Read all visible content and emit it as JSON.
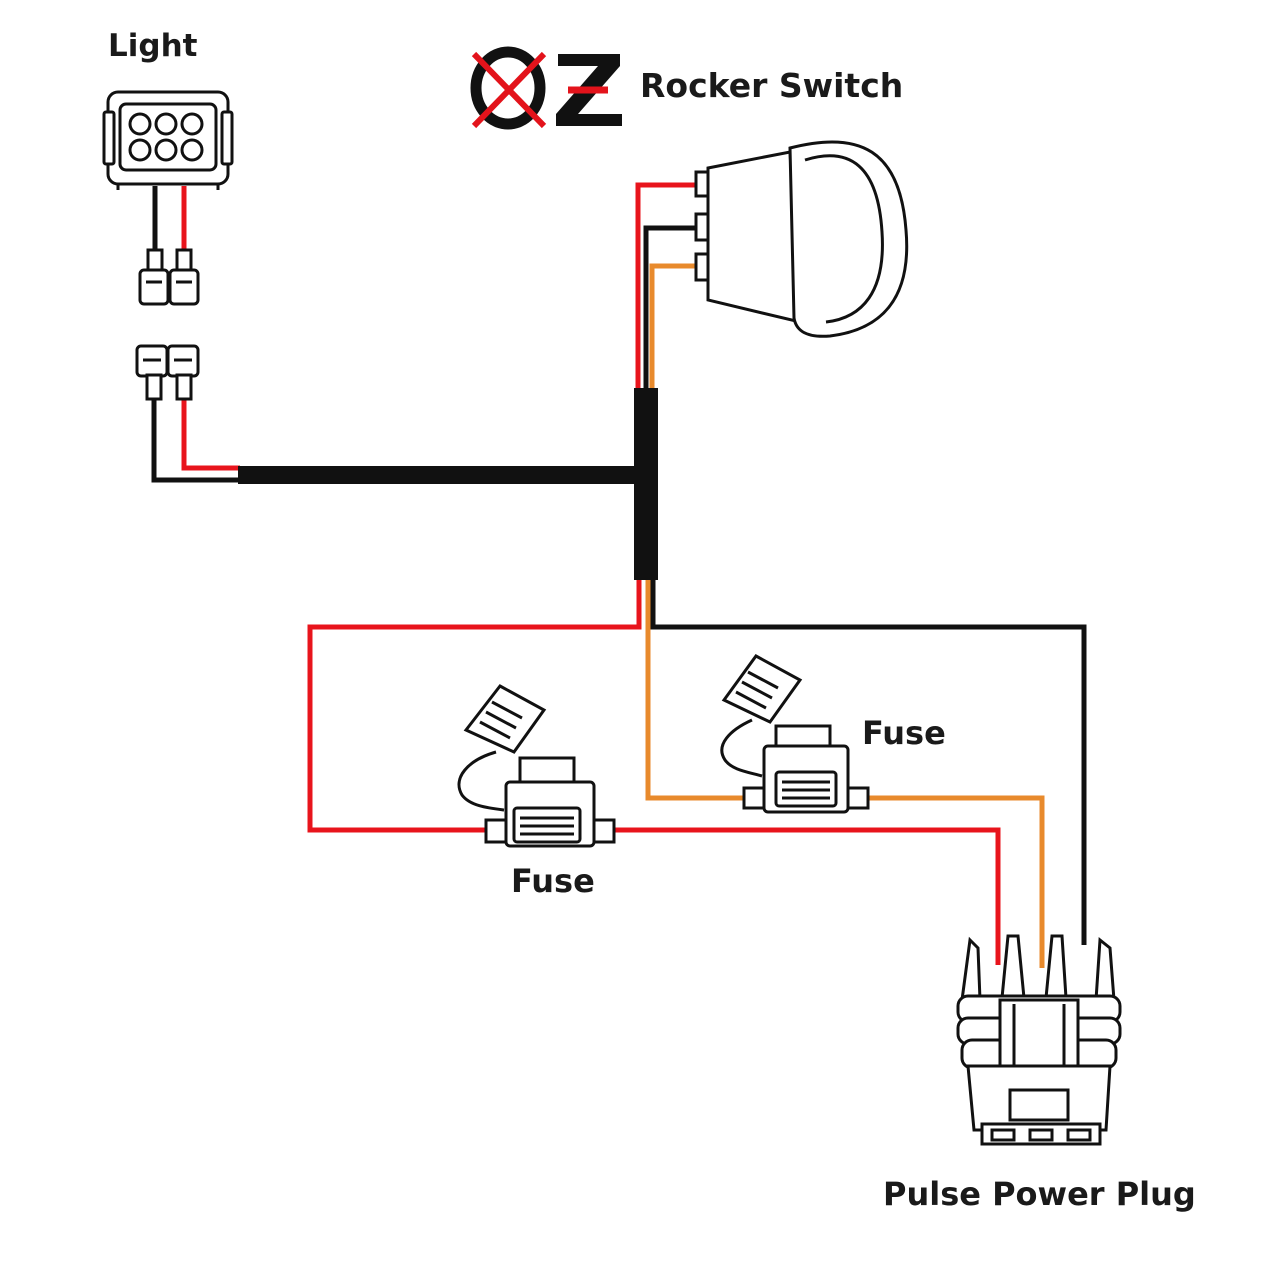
{
  "labels": {
    "light": "Light",
    "switch": "Rocker Switch",
    "fuse_upper": "Fuse",
    "fuse_lower": "Fuse",
    "plug": "Pulse Power Plug"
  },
  "logo": {
    "text": "OZ",
    "colors": {
      "letters": "#111111",
      "cross": "#e3131b"
    }
  },
  "wire_colors": {
    "red": "#e8141c",
    "black": "#111111",
    "orange": "#e88a2c"
  }
}
